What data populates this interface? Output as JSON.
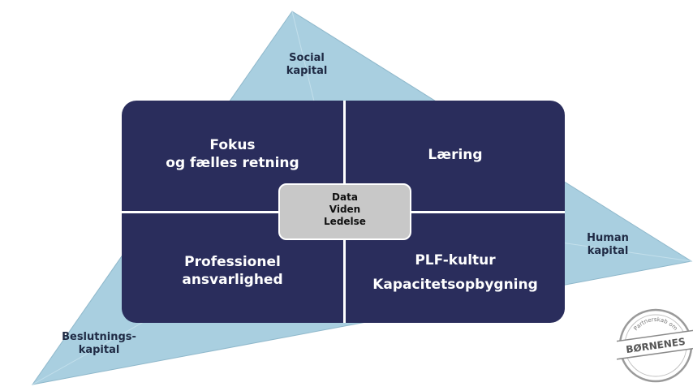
{
  "corners": {
    "top": [
      "Social",
      "kapital"
    ],
    "right": [
      "Human",
      "kapital"
    ],
    "left": [
      "Beslutnings-",
      "kapital"
    ]
  },
  "quadrants": {
    "top_left": [
      "Fokus",
      "og fælles retning"
    ],
    "top_right": [
      "Læring"
    ],
    "bottom_left": [
      "Professionel",
      "ansvarlighed"
    ],
    "bottom_right": [
      "PLF-kultur",
      "Kapacitetsopbygning"
    ]
  },
  "center": [
    "Data",
    "Viden",
    "Ledelse"
  ],
  "stamp": {
    "top_text": "Partnerskab om",
    "main_text": "BØRNENES"
  },
  "colors": {
    "triangle": "#a9cfe0",
    "grid": "#2a2d5c",
    "center": "#c8c8c8"
  }
}
